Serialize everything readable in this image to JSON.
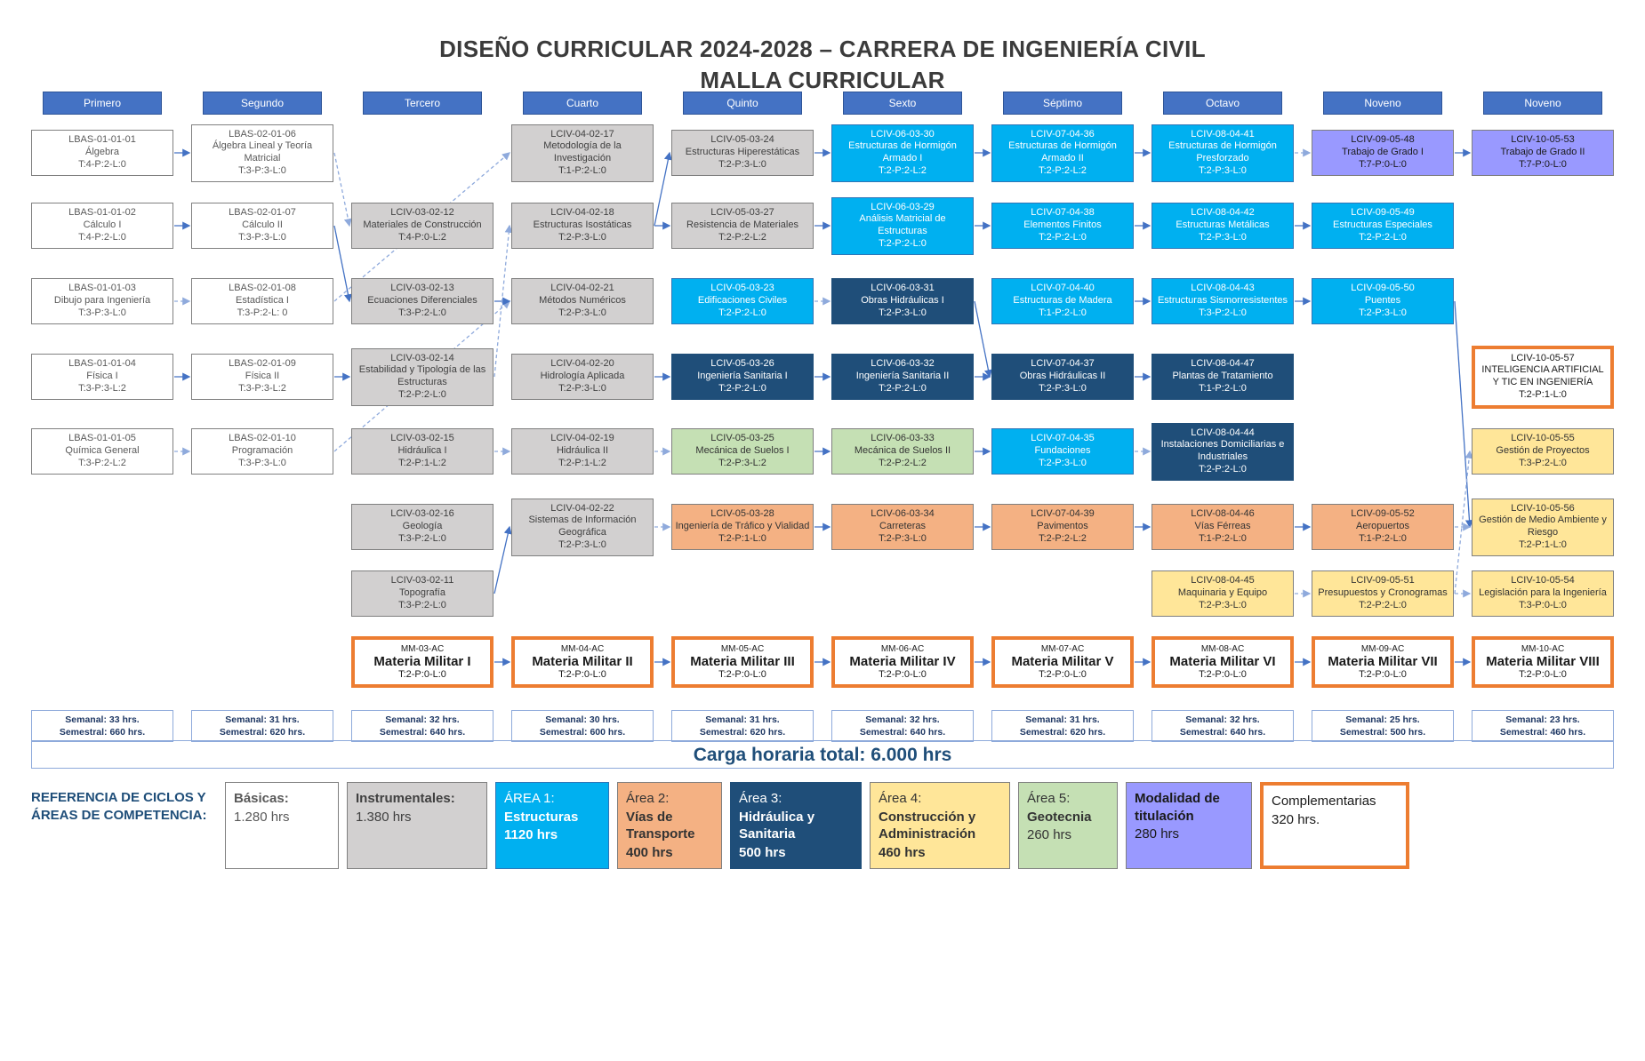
{
  "title_line1": "DISEÑO CURRICULAR 2024-2028 – CARRERA DE INGENIERÍA CIVIL",
  "title_line2": "MALLA CURRICULAR",
  "colors": {
    "header_blue": "#4472C4",
    "area1_cyan": "#00B0F0",
    "area3_navy": "#1F4E79",
    "area5_green": "#C5E0B4",
    "area2_orange": "#F4B183",
    "area4_yellow": "#FFE699",
    "titulacion_purple": "#9999FF",
    "instrumental_gray": "#D2D0D0",
    "complement_border_orange": "#ED7D31",
    "arrow_blue": "#4472C4"
  },
  "columns": [
    "Primero",
    "Segundo",
    "Tercero",
    "Cuarto",
    "Quinto",
    "Sexto",
    "Séptimo",
    "Octavo",
    "Noveno",
    "Noveno"
  ],
  "courses": [
    {
      "code": "LBAS-01-01-01",
      "name": "Álgebra",
      "load": "T:4-P:2-L:0",
      "col": 1,
      "row": 1,
      "type": "basic"
    },
    {
      "code": "LBAS-01-01-02",
      "name": "Cálculo I",
      "load": "T:4-P:2-L:0",
      "col": 1,
      "row": 2,
      "type": "basic"
    },
    {
      "code": "LBAS-01-01-03",
      "name": "Dibujo para Ingeniería",
      "load": "T:3-P:3-L:0",
      "col": 1,
      "row": 3,
      "type": "basic"
    },
    {
      "code": "LBAS-01-01-04",
      "name": "Física I",
      "load": "T:3-P:3-L:2",
      "col": 1,
      "row": 4,
      "type": "basic"
    },
    {
      "code": "LBAS-01-01-05",
      "name": "Química General",
      "load": "T:3-P:2-L:2",
      "col": 1,
      "row": 5,
      "type": "basic"
    },
    {
      "code": "LBAS-02-01-06",
      "name": "Álgebra Lineal y Teoría Matricial",
      "load": "T:3-P:3-L:0",
      "col": 2,
      "row": 1,
      "type": "basic"
    },
    {
      "code": "LBAS-02-01-07",
      "name": "Cálculo II",
      "load": "T:3-P:3-L:0",
      "col": 2,
      "row": 2,
      "type": "basic"
    },
    {
      "code": "LBAS-02-01-08",
      "name": "Estadística I",
      "load": "T:3-P:2-L: 0",
      "col": 2,
      "row": 3,
      "type": "basic"
    },
    {
      "code": "LBAS-02-01-09",
      "name": "Física II",
      "load": "T:3-P:3-L:2",
      "col": 2,
      "row": 4,
      "type": "basic"
    },
    {
      "code": "LBAS-02-01-10",
      "name": "Programación",
      "load": "T:3-P:3-L:0",
      "col": 2,
      "row": 5,
      "type": "basic"
    },
    {
      "code": "LCIV-03-02-12",
      "name": "Materiales de Construcción",
      "load": "T:4-P:0-L:2",
      "col": 3,
      "row": 2,
      "type": "instr"
    },
    {
      "code": "LCIV-03-02-13",
      "name": "Ecuaciones Diferenciales",
      "load": "T:3-P:2-L:0",
      "col": 3,
      "row": 3,
      "type": "instr"
    },
    {
      "code": "LCIV-03-02-14",
      "name": "Estabilidad y Tipología de las Estructuras",
      "load": "T:2-P:2-L:0",
      "col": 3,
      "row": 4,
      "type": "instr"
    },
    {
      "code": "LCIV-03-02-15",
      "name": "Hidráulica I",
      "load": "T:2-P:1-L:2",
      "col": 3,
      "row": 5,
      "type": "instr"
    },
    {
      "code": "LCIV-03-02-16",
      "name": "Geología",
      "load": "T:3-P:2-L:0",
      "col": 3,
      "row": 6,
      "type": "instr"
    },
    {
      "code": "LCIV-03-02-11",
      "name": "Topografía",
      "load": "T:3-P:2-L:0",
      "col": 3,
      "row": 7,
      "type": "instr"
    },
    {
      "code": "LCIV-04-02-17",
      "name": "Metodología de la Investigación",
      "load": "T:1-P:2-L:0",
      "col": 4,
      "row": 1,
      "type": "instr"
    },
    {
      "code": "LCIV-04-02-18",
      "name": "Estructuras Isostáticas",
      "load": "T:2-P:3-L:0",
      "col": 4,
      "row": 2,
      "type": "instr"
    },
    {
      "code": "LCIV-04-02-21",
      "name": "Métodos Numéricos",
      "load": "T:2-P:3-L:0",
      "col": 4,
      "row": 3,
      "type": "instr"
    },
    {
      "code": "LCIV-04-02-20",
      "name": "Hidrología Aplicada",
      "load": "T:2-P:3-L:0",
      "col": 4,
      "row": 4,
      "type": "instr"
    },
    {
      "code": "LCIV-04-02-19",
      "name": "Hidráulica II",
      "load": "T:2-P:1-L:2",
      "col": 4,
      "row": 5,
      "type": "instr"
    },
    {
      "code": "LCIV-04-02-22",
      "name": "Sistemas de Información Geográfica",
      "load": "T:2-P:3-L:0",
      "col": 4,
      "row": 6,
      "type": "instr"
    },
    {
      "code": "LCIV-05-03-24",
      "name": "Estructuras Hiperestáticas",
      "load": "T:2-P:3-L:0",
      "col": 5,
      "row": 1,
      "type": "instr"
    },
    {
      "code": "LCIV-05-03-27",
      "name": "Resistencia de Materiales",
      "load": "T:2-P:2-L:2",
      "col": 5,
      "row": 2,
      "type": "instr"
    },
    {
      "code": "LCIV-05-03-23",
      "name": "Edificaciones Civiles",
      "load": "T:2-P:2-L:0",
      "col": 5,
      "row": 3,
      "type": "area1"
    },
    {
      "code": "LCIV-05-03-26",
      "name": "Ingeniería Sanitaria I",
      "load": "T:2-P:2-L:0",
      "col": 5,
      "row": 4,
      "type": "area3"
    },
    {
      "code": "LCIV-05-03-25",
      "name": "Mecánica de Suelos I",
      "load": "T:2-P:3-L:2",
      "col": 5,
      "row": 5,
      "type": "area5"
    },
    {
      "code": "LCIV-05-03-28",
      "name": "Ingeniería de Tráfico y Vialidad",
      "load": "T:2-P:1-L:0",
      "col": 5,
      "row": 6,
      "type": "area2"
    },
    {
      "code": "LCIV-06-03-30",
      "name": "Estructuras de Hormigón Armado I",
      "load": "T:2-P:2-L:2",
      "col": 6,
      "row": 1,
      "type": "area1"
    },
    {
      "code": "LCIV-06-03-29",
      "name": "Análisis Matricial de Estructuras",
      "load": "T:2-P:2-L:0",
      "col": 6,
      "row": 2,
      "type": "area1"
    },
    {
      "code": "LCIV-06-03-31",
      "name": "Obras Hidráulicas I",
      "load": "T:2-P:3-L:0",
      "col": 6,
      "row": 3,
      "type": "area3"
    },
    {
      "code": "LCIV-06-03-32",
      "name": "Ingeniería Sanitaria II",
      "load": "T:2-P:2-L:0",
      "col": 6,
      "row": 4,
      "type": "area3"
    },
    {
      "code": "LCIV-06-03-33",
      "name": "Mecánica de Suelos II",
      "load": "T:2-P:2-L:2",
      "col": 6,
      "row": 5,
      "type": "area5"
    },
    {
      "code": "LCIV-06-03-34",
      "name": "Carreteras",
      "load": "T:2-P:3-L:0",
      "col": 6,
      "row": 6,
      "type": "area2"
    },
    {
      "code": "LCIV-07-04-36",
      "name": "Estructuras de Hormigón Armado II",
      "load": "T:2-P:2-L:2",
      "col": 7,
      "row": 1,
      "type": "area1"
    },
    {
      "code": "LCIV-07-04-38",
      "name": "Elementos Finitos",
      "load": "T:2-P:2-L:0",
      "col": 7,
      "row": 2,
      "type": "area1"
    },
    {
      "code": "LCIV-07-04-40",
      "name": "Estructuras de Madera",
      "load": "T:1-P:2-L:0",
      "col": 7,
      "row": 3,
      "type": "area1"
    },
    {
      "code": "LCIV-07-04-37",
      "name": "Obras Hidráulicas II",
      "load": "T:2-P:3-L:0",
      "col": 7,
      "row": 4,
      "type": "area3"
    },
    {
      "code": "LCIV-07-04-35",
      "name": "Fundaciones",
      "load": "T:2-P:3-L:0",
      "col": 7,
      "row": 5,
      "type": "area1"
    },
    {
      "code": "LCIV-07-04-39",
      "name": "Pavimentos",
      "load": "T:2-P:2-L:2",
      "col": 7,
      "row": 6,
      "type": "area2"
    },
    {
      "code": "LCIV-08-04-41",
      "name": "Estructuras de Hormigón Presforzado",
      "load": "T:2-P:3-L:0",
      "col": 8,
      "row": 1,
      "type": "area1"
    },
    {
      "code": "LCIV-08-04-42",
      "name": "Estructuras Metálicas",
      "load": "T:2-P:3-L:0",
      "col": 8,
      "row": 2,
      "type": "area1"
    },
    {
      "code": "LCIV-08-04-43",
      "name": "Estructuras Sismorresistentes",
      "load": "T:3-P:2-L:0",
      "col": 8,
      "row": 3,
      "type": "area1"
    },
    {
      "code": "LCIV-08-04-47",
      "name": "Plantas de Tratamiento",
      "load": "T:1-P:2-L:0",
      "col": 8,
      "row": 4,
      "type": "area3"
    },
    {
      "code": "LCIV-08-04-44",
      "name": "Instalaciones Domiciliarias e Industriales",
      "load": "T:2-P:2-L:0",
      "col": 8,
      "row": 5,
      "type": "area3"
    },
    {
      "code": "LCIV-08-04-46",
      "name": "Vías Férreas",
      "load": "T:1-P:2-L:0",
      "col": 8,
      "row": 6,
      "type": "area2"
    },
    {
      "code": "LCIV-08-04-45",
      "name": "Maquinaria y Equipo",
      "load": "T:2-P:3-L:0",
      "col": 8,
      "row": 7,
      "type": "area4"
    },
    {
      "code": "LCIV-09-05-48",
      "name": "Trabajo de Grado I",
      "load": "T:7-P:0-L:0",
      "col": 9,
      "row": 1,
      "type": "titulacion"
    },
    {
      "code": "LCIV-09-05-49",
      "name": "Estructuras Especiales",
      "load": "T:2-P:2-L:0",
      "col": 9,
      "row": 2,
      "type": "area1"
    },
    {
      "code": "LCIV-09-05-50",
      "name": "Puentes",
      "load": "T:2-P:3-L:0",
      "col": 9,
      "row": 3,
      "type": "area1"
    },
    {
      "code": "LCIV-09-05-52",
      "name": "Aeropuertos",
      "load": "T:1-P:2-L:0",
      "col": 9,
      "row": 6,
      "type": "area2"
    },
    {
      "code": "LCIV-09-05-51",
      "name": "Presupuestos y Cronogramas",
      "load": "T:2-P:2-L:0",
      "col": 9,
      "row": 7,
      "type": "area4"
    },
    {
      "code": "LCIV-10-05-53",
      "name": "Trabajo de Grado II",
      "load": "T:7-P:0-L:0",
      "col": 10,
      "row": 1,
      "type": "titulacion"
    },
    {
      "code": "LCIV-10-05-57",
      "name": "INTELIGENCIA ARTIFICIAL Y TIC EN INGENIERÍA",
      "load": "T:2-P:1-L:0",
      "col": 10,
      "row": 4,
      "type": "complement"
    },
    {
      "code": "LCIV-10-05-55",
      "name": "Gestión de Proyectos",
      "load": "T:3-P:2-L:0",
      "col": 10,
      "row": 5,
      "type": "area4"
    },
    {
      "code": "LCIV-10-05-56",
      "name": "Gestión de Medio Ambiente y Riesgo",
      "load": "T:2-P:1-L:0",
      "col": 10,
      "row": 6,
      "type": "area4"
    },
    {
      "code": "LCIV-10-05-54",
      "name": "Legislación para la Ingeniería",
      "load": "T:3-P:0-L:0",
      "col": 10,
      "row": 7,
      "type": "area4"
    }
  ],
  "military": [
    {
      "code": "MM-03-AC",
      "name": "Materia Militar I",
      "load": "T:2-P:0-L:0",
      "col": 3
    },
    {
      "code": "MM-04-AC",
      "name": "Materia Militar II",
      "load": "T:2-P:0-L:0",
      "col": 4
    },
    {
      "code": "MM-05-AC",
      "name": "Materia Militar III",
      "load": "T:2-P:0-L:0",
      "col": 5
    },
    {
      "code": "MM-06-AC",
      "name": "Materia Militar IV",
      "load": "T:2-P:0-L:0",
      "col": 6
    },
    {
      "code": "MM-07-AC",
      "name": "Materia Militar V",
      "load": "T:2-P:0-L:0",
      "col": 7
    },
    {
      "code": "MM-08-AC",
      "name": "Materia Militar VI",
      "load": "T:2-P:0-L:0",
      "col": 8
    },
    {
      "code": "MM-09-AC",
      "name": "Materia Militar VII",
      "load": "T:2-P:0-L:0",
      "col": 9
    },
    {
      "code": "MM-10-AC",
      "name": "Materia Militar VIII",
      "load": "T:2-P:0-L:0",
      "col": 10
    }
  ],
  "stats": [
    {
      "semanal": "Semanal: 33 hrs.",
      "semestral": "Semestral: 660 hrs."
    },
    {
      "semanal": "Semanal: 31 hrs.",
      "semestral": "Semestral: 620 hrs."
    },
    {
      "semanal": "Semanal: 32 hrs.",
      "semestral": "Semestral: 640 hrs."
    },
    {
      "semanal": "Semanal: 30 hrs.",
      "semestral": "Semestral: 600 hrs."
    },
    {
      "semanal": "Semanal: 31 hrs.",
      "semestral": "Semestral: 620 hrs."
    },
    {
      "semanal": "Semanal: 32 hrs.",
      "semestral": "Semestral: 640 hrs."
    },
    {
      "semanal": "Semanal: 31 hrs.",
      "semestral": "Semestral: 620 hrs."
    },
    {
      "semanal": "Semanal: 32 hrs.",
      "semestral": "Semestral: 640 hrs."
    },
    {
      "semanal": "Semanal: 25 hrs.",
      "semestral": "Semestral: 500 hrs."
    },
    {
      "semanal": "Semanal: 23 hrs.",
      "semestral": "Semestral: 460 hrs."
    }
  ],
  "total_label": "Carga horaria total: 6.000 hrs",
  "legend": {
    "label": "REFERENCIA DE CICLOS Y ÁREAS DE COMPETENCIA:",
    "items": [
      {
        "type": "basic",
        "width": 128,
        "lines": [
          "Básicas:",
          "1.280 hrs"
        ],
        "bold": [
          0
        ]
      },
      {
        "type": "instr",
        "width": 158,
        "lines": [
          "Instrumentales:",
          "1.380 hrs"
        ],
        "bold": [
          0
        ]
      },
      {
        "type": "area1",
        "width": 128,
        "lines": [
          "ÁREA 1:",
          "Estructuras",
          "1120 hrs"
        ],
        "bold": [
          1,
          2
        ]
      },
      {
        "type": "area2",
        "width": 118,
        "lines": [
          "Área 2:",
          "Vías de Transporte",
          "400 hrs"
        ],
        "bold": [
          1,
          2
        ]
      },
      {
        "type": "area3",
        "width": 148,
        "lines": [
          "Área 3:",
          "Hidráulica y Sanitaria",
          "500 hrs"
        ],
        "bold": [
          1,
          2
        ]
      },
      {
        "type": "area4",
        "width": 158,
        "lines": [
          "Área 4:",
          "Construcción y Administración",
          "460 hrs"
        ],
        "bold": [
          1,
          2
        ]
      },
      {
        "type": "area5",
        "width": 112,
        "lines": [
          "Área 5:",
          "Geotecnia",
          "260 hrs"
        ],
        "bold": [
          1
        ]
      },
      {
        "type": "titulacion",
        "width": 142,
        "lines": [
          "Modalidad de titulación",
          "280 hrs"
        ],
        "bold": [
          0
        ]
      },
      {
        "type": "complement",
        "width": 168,
        "lines": [
          "Complementarias",
          "320 hrs."
        ],
        "bold": []
      }
    ]
  },
  "connections": [
    {
      "from": "LBAS-01-01-01",
      "to": "LBAS-02-01-06",
      "style": "solid"
    },
    {
      "from": "LBAS-01-01-02",
      "to": "LBAS-02-01-07",
      "style": "solid"
    },
    {
      "from": "LBAS-01-01-03",
      "to": "LBAS-02-01-08",
      "style": "dashed"
    },
    {
      "from": "LBAS-01-01-04",
      "to": "LBAS-02-01-09",
      "style": "solid"
    },
    {
      "from": "LBAS-01-01-05",
      "to": "LBAS-02-01-10",
      "style": "dashed"
    },
    {
      "from": "LBAS-02-01-06",
      "to": "LCIV-03-02-12",
      "style": "dashed"
    },
    {
      "from": "LBAS-02-01-07",
      "to": "LCIV-03-02-13",
      "style": "solid"
    },
    {
      "from": "LBAS-02-01-09",
      "to": "LCIV-03-02-14",
      "style": "solid"
    },
    {
      "from": "LBAS-02-01-10",
      "to": "LCIV-04-02-21",
      "style": "dashed"
    },
    {
      "from": "LBAS-02-01-08",
      "to": "LCIV-04-02-17",
      "style": "dashed"
    },
    {
      "from": "LCIV-03-02-13",
      "to": "LCIV-04-02-21",
      "style": "solid"
    },
    {
      "from": "LCIV-03-02-14",
      "to": "LCIV-04-02-18",
      "style": "dashed"
    },
    {
      "from": "LCIV-03-02-15",
      "to": "LCIV-04-02-19",
      "style": "dashed"
    },
    {
      "from": "LCIV-03-02-11",
      "to": "LCIV-04-02-22",
      "style": "solid"
    },
    {
      "from": "LCIV-04-02-18",
      "to": "LCIV-05-03-24",
      "style": "solid"
    },
    {
      "from": "LCIV-04-02-18",
      "to": "LCIV-05-03-27",
      "style": "solid"
    },
    {
      "from": "LCIV-04-02-20",
      "to": "LCIV-05-03-26",
      "style": "solid"
    },
    {
      "from": "LCIV-04-02-19",
      "to": "LCIV-05-03-25",
      "style": "dashed"
    },
    {
      "from": "LCIV-04-02-22",
      "to": "LCIV-05-03-28",
      "style": "dashed"
    },
    {
      "from": "LCIV-05-03-24",
      "to": "LCIV-06-03-30",
      "style": "solid"
    },
    {
      "from": "LCIV-05-03-27",
      "to": "LCIV-06-03-29",
      "style": "solid"
    },
    {
      "from": "LCIV-05-03-23",
      "to": "LCIV-06-03-31",
      "style": "dashed"
    },
    {
      "from": "LCIV-05-03-26",
      "to": "LCIV-06-03-32",
      "style": "solid"
    },
    {
      "from": "LCIV-05-03-25",
      "to": "LCIV-06-03-33",
      "style": "solid"
    },
    {
      "from": "LCIV-05-03-28",
      "to": "LCIV-06-03-34",
      "style": "solid"
    },
    {
      "from": "LCIV-06-03-30",
      "to": "LCIV-07-04-36",
      "style": "solid"
    },
    {
      "from": "LCIV-06-03-29",
      "to": "LCIV-07-04-38",
      "style": "solid"
    },
    {
      "from": "LCIV-06-03-31",
      "to": "LCIV-07-04-37",
      "style": "solid"
    },
    {
      "from": "LCIV-06-03-32",
      "to": "LCIV-07-04-37",
      "style": "solid"
    },
    {
      "from": "LCIV-06-03-33",
      "to": "LCIV-07-04-35",
      "style": "solid"
    },
    {
      "from": "LCIV-06-03-34",
      "to": "LCIV-07-04-39",
      "style": "solid"
    },
    {
      "from": "LCIV-07-04-36",
      "to": "LCIV-08-04-41",
      "style": "solid"
    },
    {
      "from": "LCIV-07-04-38",
      "to": "LCIV-08-04-42",
      "style": "solid"
    },
    {
      "from": "LCIV-07-04-40",
      "to": "LCIV-08-04-43",
      "style": "solid"
    },
    {
      "from": "LCIV-07-04-37",
      "to": "LCIV-08-04-47",
      "style": "solid"
    },
    {
      "from": "LCIV-07-04-35",
      "to": "LCIV-08-04-44",
      "style": "dashed"
    },
    {
      "from": "LCIV-07-04-39",
      "to": "LCIV-08-04-46",
      "style": "solid"
    },
    {
      "from": "LCIV-08-04-41",
      "to": "LCIV-09-05-48",
      "style": "dashed"
    },
    {
      "from": "LCIV-08-04-42",
      "to": "LCIV-09-05-49",
      "style": "solid"
    },
    {
      "from": "LCIV-08-04-43",
      "to": "LCIV-09-05-50",
      "style": "solid"
    },
    {
      "from": "LCIV-08-04-46",
      "to": "LCIV-09-05-52",
      "style": "solid"
    },
    {
      "from": "LCIV-08-04-45",
      "to": "LCIV-09-05-51",
      "style": "dashed"
    },
    {
      "from": "LCIV-09-05-48",
      "to": "LCIV-10-05-53",
      "style": "solid"
    },
    {
      "from": "LCIV-09-05-50",
      "to": "LCIV-10-05-56",
      "style": "solid"
    },
    {
      "from": "LCIV-09-05-51",
      "to": "LCIV-10-05-55",
      "style": "dashed"
    },
    {
      "from": "LCIV-09-05-51",
      "to": "LCIV-10-05-54",
      "style": "dashed"
    },
    {
      "from": "LCIV-09-05-52",
      "to": "LCIV-10-05-56",
      "style": "dashed"
    },
    {
      "from": "MM-03-AC",
      "to": "MM-04-AC",
      "style": "solid"
    },
    {
      "from": "MM-04-AC",
      "to": "MM-05-AC",
      "style": "solid"
    },
    {
      "from": "MM-05-AC",
      "to": "MM-06-AC",
      "style": "solid"
    },
    {
      "from": "MM-06-AC",
      "to": "MM-07-AC",
      "style": "solid"
    },
    {
      "from": "MM-07-AC",
      "to": "MM-08-AC",
      "style": "solid"
    },
    {
      "from": "MM-08-AC",
      "to": "MM-09-AC",
      "style": "solid"
    },
    {
      "from": "MM-09-AC",
      "to": "MM-10-AC",
      "style": "solid"
    }
  ]
}
